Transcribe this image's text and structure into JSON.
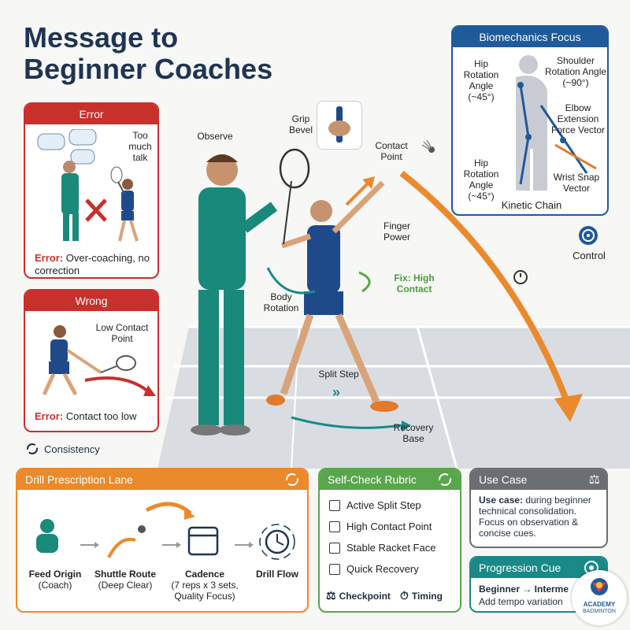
{
  "title": {
    "line1": "Message to",
    "line2": "Beginner Coaches"
  },
  "error_card": {
    "header": "Error",
    "bubble_label": "Too much talk",
    "error_prefix": "Error:",
    "error_text": "Over-coaching, no correction"
  },
  "wrong_card": {
    "header": "Wrong",
    "contact_label": "Low Contact Point",
    "error_prefix": "Error:",
    "error_text": "Contact too low"
  },
  "consistency": "Consistency",
  "main_scene": {
    "observe": "Observe",
    "grip_bevel": "Grip Bevel",
    "contact_point": "Contact Point",
    "finger_power": "Finger Power",
    "fix_high_contact": "Fix: High Contact",
    "body_rotation": "Body Rotation",
    "split_step": "Split Step",
    "recovery_base": "Recovery Base",
    "control": "Control"
  },
  "biomech": {
    "header": "Biomechanics Focus",
    "hip_top": "Hip Rotation Angle (~45°)",
    "shoulder": "Shoulder Rotation Angle (~90°)",
    "elbow": "Elbow Extension Force Vector",
    "hip_bottom": "Hip Rotation Angle (~45°)",
    "wrist": "Wrist Snap Vector",
    "kinetic": "Kinetic Chain"
  },
  "drill": {
    "header": "Drill Prescription Lane",
    "feed_origin": "Feed Origin",
    "feed_sub": "(Coach)",
    "shuttle_route": "Shuttle Route",
    "shuttle_sub": "(Deep Clear)",
    "cadence": "Cadence",
    "cadence_sub": "(7 reps x 3 sets, Quality Focus)",
    "drill_flow": "Drill Flow"
  },
  "rubric": {
    "header": "Self-Check Rubric",
    "items": [
      "Active Split Step",
      "High Contact Point",
      "Stable Racket Face",
      "Quick Recovery"
    ],
    "checkpoint": "Checkpoint",
    "timing": "Timing"
  },
  "use_case": {
    "header": "Use Case",
    "bold": "Use case:",
    "text": "during beginner technical consolidation. Focus on observation & concise cues."
  },
  "progression": {
    "header": "Progression Cue",
    "line1": "Beginner → Interme",
    "line2": "Add tempo variation"
  },
  "logo": {
    "line1": "ACADEMY",
    "line2": "BADMINTON"
  },
  "colors": {
    "red": "#c8302c",
    "blue": "#1f5a9a",
    "orange": "#ea8a2c",
    "green": "#5aa64c",
    "teal": "#1a8a88"
  }
}
